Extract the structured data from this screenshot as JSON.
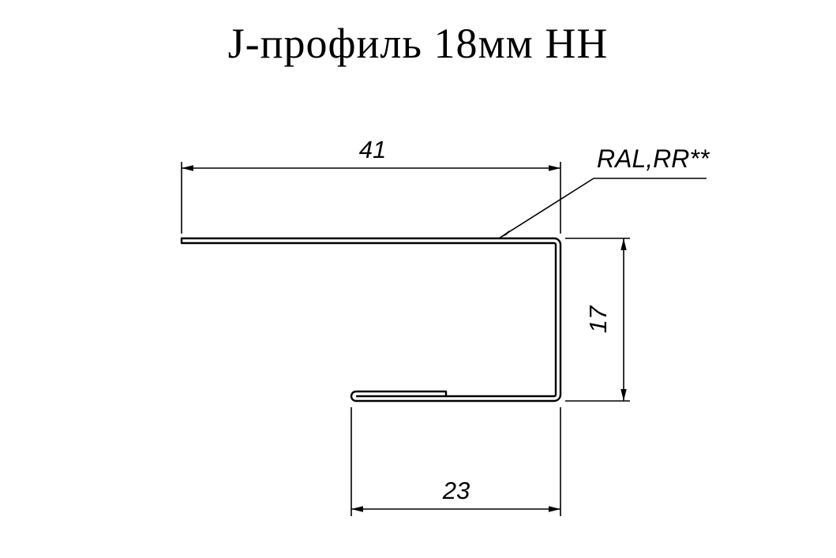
{
  "title": "J-профиль 18мм НН",
  "labels": {
    "coating": "RAL,RR**"
  },
  "dimensions": {
    "top_flange_width": "41",
    "web_height": "17",
    "bottom_return_width": "23"
  },
  "colors": {
    "line": "#000000",
    "text": "#000000",
    "background": "#ffffff"
  }
}
